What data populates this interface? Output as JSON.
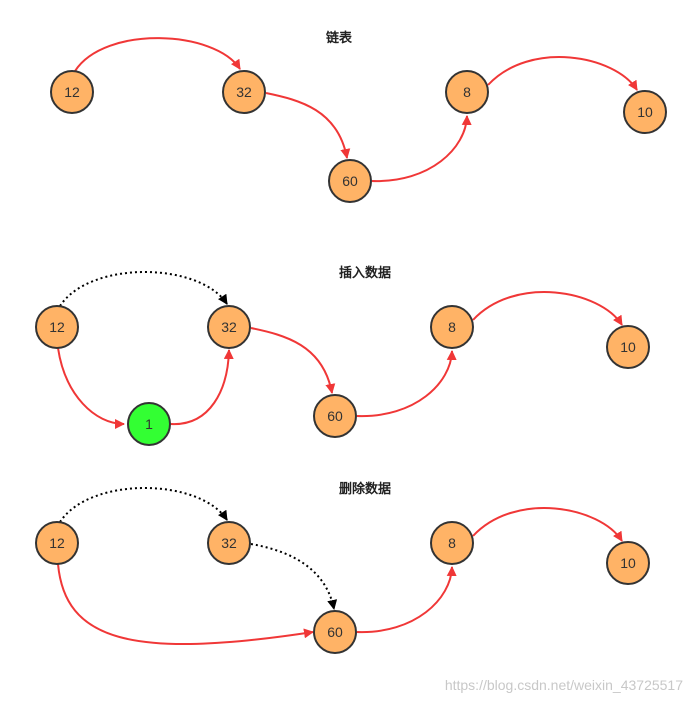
{
  "colors": {
    "node_fill": "#ffb366",
    "node_fill_new": "#33ff33",
    "node_stroke": "#333333",
    "link": "#f03737",
    "removed_link": "#000000",
    "watermark": "#c8c8c8"
  },
  "diagrams": [
    {
      "title": "链表",
      "nodes": [
        {
          "id": "a",
          "label": "12"
        },
        {
          "id": "b",
          "label": "32"
        },
        {
          "id": "c",
          "label": "60"
        },
        {
          "id": "d",
          "label": "8"
        },
        {
          "id": "e",
          "label": "10"
        }
      ],
      "edges": [
        {
          "from": "a",
          "to": "b",
          "style": "solid"
        },
        {
          "from": "b",
          "to": "c",
          "style": "solid"
        },
        {
          "from": "c",
          "to": "d",
          "style": "solid"
        },
        {
          "from": "d",
          "to": "e",
          "style": "solid"
        }
      ]
    },
    {
      "title": "插入数据",
      "nodes": [
        {
          "id": "a",
          "label": "12"
        },
        {
          "id": "b",
          "label": "32"
        },
        {
          "id": "c",
          "label": "60"
        },
        {
          "id": "d",
          "label": "8"
        },
        {
          "id": "e",
          "label": "10"
        },
        {
          "id": "n",
          "label": "1",
          "new": true
        }
      ],
      "edges": [
        {
          "from": "a",
          "to": "b",
          "style": "dotted"
        },
        {
          "from": "a",
          "to": "n",
          "style": "solid"
        },
        {
          "from": "n",
          "to": "b",
          "style": "solid"
        },
        {
          "from": "b",
          "to": "c",
          "style": "solid"
        },
        {
          "from": "c",
          "to": "d",
          "style": "solid"
        },
        {
          "from": "d",
          "to": "e",
          "style": "solid"
        }
      ]
    },
    {
      "title": "删除数据",
      "nodes": [
        {
          "id": "a",
          "label": "12"
        },
        {
          "id": "b",
          "label": "32"
        },
        {
          "id": "c",
          "label": "60"
        },
        {
          "id": "d",
          "label": "8"
        },
        {
          "id": "e",
          "label": "10"
        }
      ],
      "edges": [
        {
          "from": "a",
          "to": "b",
          "style": "dotted"
        },
        {
          "from": "b",
          "to": "c",
          "style": "dotted"
        },
        {
          "from": "a",
          "to": "c",
          "style": "solid"
        },
        {
          "from": "c",
          "to": "d",
          "style": "solid"
        },
        {
          "from": "d",
          "to": "e",
          "style": "solid"
        }
      ]
    }
  ],
  "watermark": "https://blog.csdn.net/weixin_43725517"
}
